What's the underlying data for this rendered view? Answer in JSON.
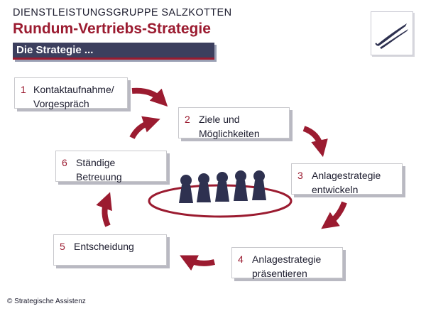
{
  "header": {
    "company": "DIENSTLEISTUNGSGRUPPE  SALZKOTTEN",
    "title": "Rundum-Vertriebs-Strategie",
    "subtitle": "Die Strategie ..."
  },
  "steps": [
    {
      "number": "1",
      "label": "Kontaktaufnahme/\nVorgespräch"
    },
    {
      "number": "2",
      "label": "Ziele und\nMöglichkeiten"
    },
    {
      "number": "3",
      "label": "Anlagestrategie\nentwickeln"
    },
    {
      "number": "4",
      "label": "Anlagestrategie\npräsentieren"
    },
    {
      "number": "5",
      "label": "Entscheidung"
    },
    {
      "number": "6",
      "label": "Ständige\nBetreuung"
    }
  ],
  "footer": "© Strategische Assistenz",
  "colors": {
    "accent": "#9b1b30",
    "navy": "#3c3f5e",
    "figure": "#2e3150"
  }
}
